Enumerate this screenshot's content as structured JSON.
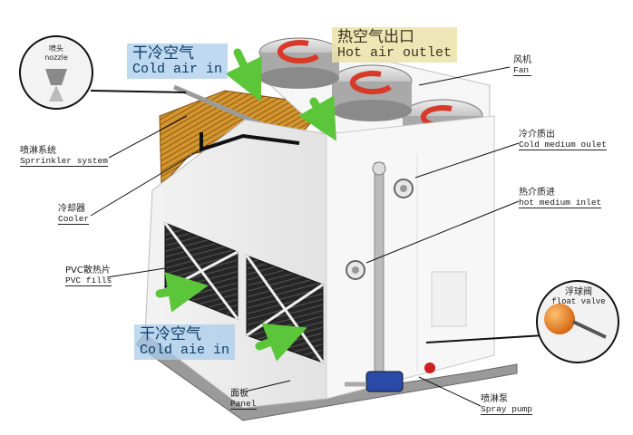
{
  "callouts": {
    "cold_air_top": {
      "cn": "干冷空气",
      "en": "Cold air in"
    },
    "hot_air": {
      "cn": "热空气出口",
      "en": "Hot air outlet"
    },
    "cold_air_bottom": {
      "cn": "干冷空气",
      "en": "Cold aie in"
    }
  },
  "labels": {
    "nozzle": {
      "cn": "喷头",
      "en": "nozzle"
    },
    "fan": {
      "cn": "风机",
      "en": "Fan"
    },
    "cold_medium_outlet": {
      "cn": "冷介质出",
      "en": "Cold medium oulet"
    },
    "hot_medium_inlet": {
      "cn": "热介质进",
      "en": "hot medium inlet"
    },
    "sprinkler": {
      "cn": "喷淋系统",
      "en": "Sprrinkler system"
    },
    "cooler": {
      "cn": "冷却器",
      "en": "Cooler"
    },
    "pvc_fills": {
      "cn": "PVC散热片",
      "en": "PVC fills"
    },
    "float_valve": {
      "cn": "浮球阀",
      "en": "float valve"
    },
    "panel": {
      "cn": "面板",
      "en": "Panel"
    },
    "spray_pump": {
      "cn": "喷淋泵",
      "en": "Spray pump"
    }
  },
  "colors": {
    "arrow_green": "#5cc63a",
    "fan_red": "#d83a2a",
    "copper": "#c8862a",
    "cold_band": "#aacdeb",
    "hot_band": "#ece2a8"
  }
}
